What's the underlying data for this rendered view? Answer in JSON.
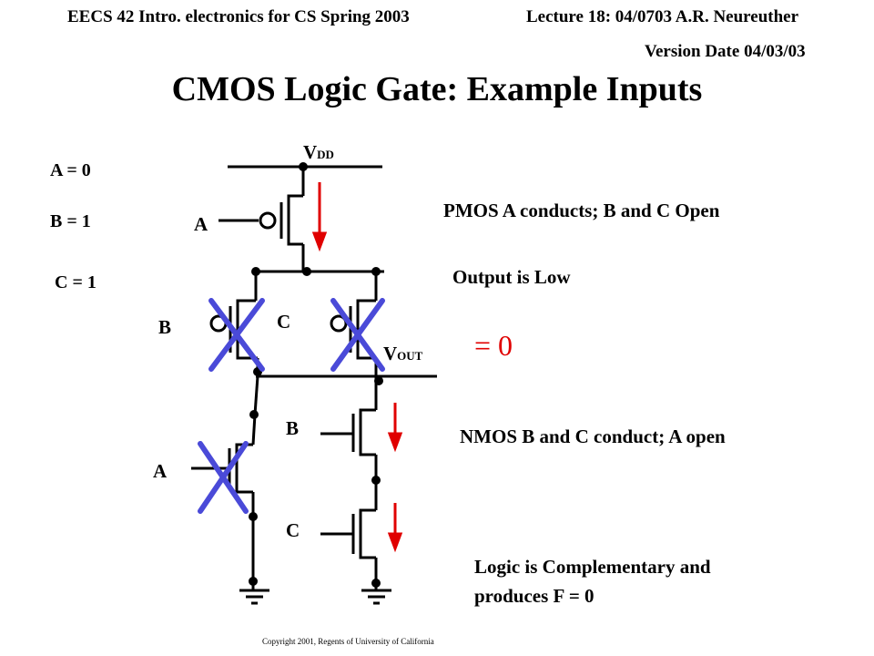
{
  "header": {
    "course": "EECS 42   Intro. electronics for CS Spring 2003",
    "lecture": "Lecture 18: 04/0703 A.R. Neureuther",
    "version": "Version Date 04/03/03"
  },
  "title": "CMOS Logic Gate: Example Inputs",
  "inputs": {
    "a": "A = 0",
    "b": "B = 1",
    "c": "C = 1"
  },
  "labels": {
    "vdd_v": "V",
    "vdd_sub": "DD",
    "vout_v": "V",
    "vout_sub": "OUT",
    "pmos_a": "A",
    "pmos_b": "B",
    "pmos_c": "C",
    "nmos_b": "B",
    "nmos_a": "A",
    "nmos_c": "C"
  },
  "notes": {
    "pmos": "PMOS A conducts; B and C Open",
    "output": "Output is Low",
    "result": "= 0",
    "nmos": "NMOS B and C conduct; A open",
    "logic_line1": "Logic is Complementary  and",
    "logic_line2": "produces F = 0"
  },
  "colors": {
    "cross": "#4a4ad8",
    "arrow": "#e00000"
  },
  "footer": {
    "copyright": "Copyright 2001, Regents of University of California"
  }
}
